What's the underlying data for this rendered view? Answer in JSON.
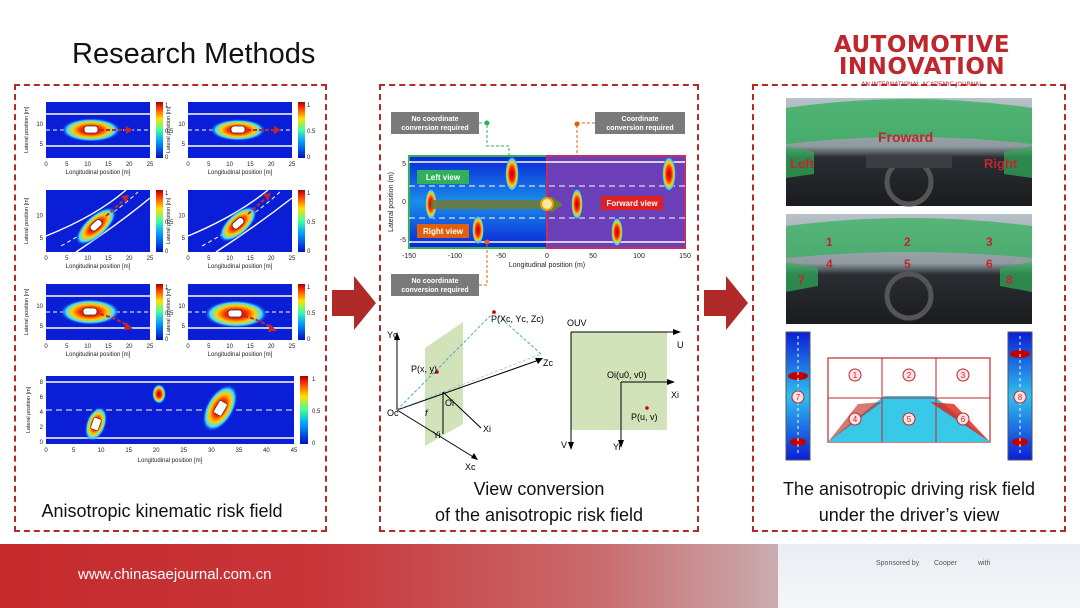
{
  "header": {
    "title": "Research Methods",
    "logo_line1": "AUTOMOTIVE",
    "logo_line2": "INNOVATION",
    "logo_sub": "AN INTERNATIONAL ACADEMIC JOURNAL"
  },
  "panel1": {
    "caption": "Anisotropic kinematic risk field",
    "plot": {
      "ylabel": "Lateral position [m]",
      "xlabel": "Longitudinal position [m]",
      "x_ticks": [
        "0",
        "5",
        "10",
        "15",
        "20",
        "25"
      ],
      "y_ticks": [
        "5",
        "10"
      ],
      "cbar_ticks": [
        "1",
        "0.5",
        "0"
      ]
    },
    "big_plot": {
      "ylabel": "Lateral position [m]",
      "xlabel": "Longitudinal position [m]",
      "x_ticks": [
        "0",
        "5",
        "10",
        "15",
        "20",
        "25",
        "30",
        "35",
        "40",
        "45"
      ],
      "y_ticks": [
        "0",
        "2",
        "4",
        "6",
        "8"
      ],
      "cbar_ticks": [
        "1",
        "0.5",
        "0"
      ]
    }
  },
  "panel2": {
    "caption_line1": "View conversion",
    "caption_line2": "of the anisotropic risk field",
    "callout_no_coord_top": [
      "No coordinate",
      "conversion required"
    ],
    "callout_coord": [
      "Coordinate",
      "conversion required"
    ],
    "callout_no_coord_bottom": [
      "No coordinate",
      "conversion required"
    ],
    "label_left_view": "Left view",
    "label_right_view": "Right view",
    "label_forward_view": "Forward view",
    "ylabel": "Lateral position (m)",
    "xlabel": "Longitudinal position (m)",
    "x_ticks": [
      "-150",
      "-100",
      "-50",
      "0",
      "50",
      "100",
      "150"
    ],
    "y_ticks": [
      "5",
      "0",
      "-5"
    ],
    "geom": {
      "point_P": "P(Xc, Yc, Zc)",
      "proj_p": "P(x, y)",
      "Oc": "Oc",
      "Oi": "Oi",
      "f": "f",
      "Yc": "Yc",
      "Zc": "Zc",
      "Xc": "Xc",
      "Xi": "Xi",
      "Yi": "Yi",
      "Ouv": "OUV",
      "U": "U",
      "V": "V",
      "Oi_uv": "Oi(u0, v0)",
      "Puv": "P(u, v)",
      "Xi2": "Xi",
      "Yi2": "Yi"
    }
  },
  "panel3": {
    "caption_line1": "The anisotropic driving risk field",
    "caption_line2": "under the driver’s view",
    "top_labels": {
      "forward": "Froward",
      "left": "Left",
      "right": "Right"
    },
    "mid_labels": [
      "1",
      "2",
      "3",
      "4",
      "5",
      "6",
      "7",
      "8"
    ],
    "grid_labels": [
      "1",
      "2",
      "3",
      "4",
      "5",
      "6",
      "7",
      "8"
    ]
  },
  "footer": {
    "url": "www.chinasaejournal.com.cn",
    "sponsored_by": "Sponsored by",
    "cooper": "Cooper",
    "with": "with"
  },
  "colors": {
    "accent_red": "#c0272d",
    "panel_border": "#b02a2a",
    "field_blue": "#0a1ed8",
    "risk_red": "#e11d1d",
    "green_view": "#2fb05a"
  }
}
